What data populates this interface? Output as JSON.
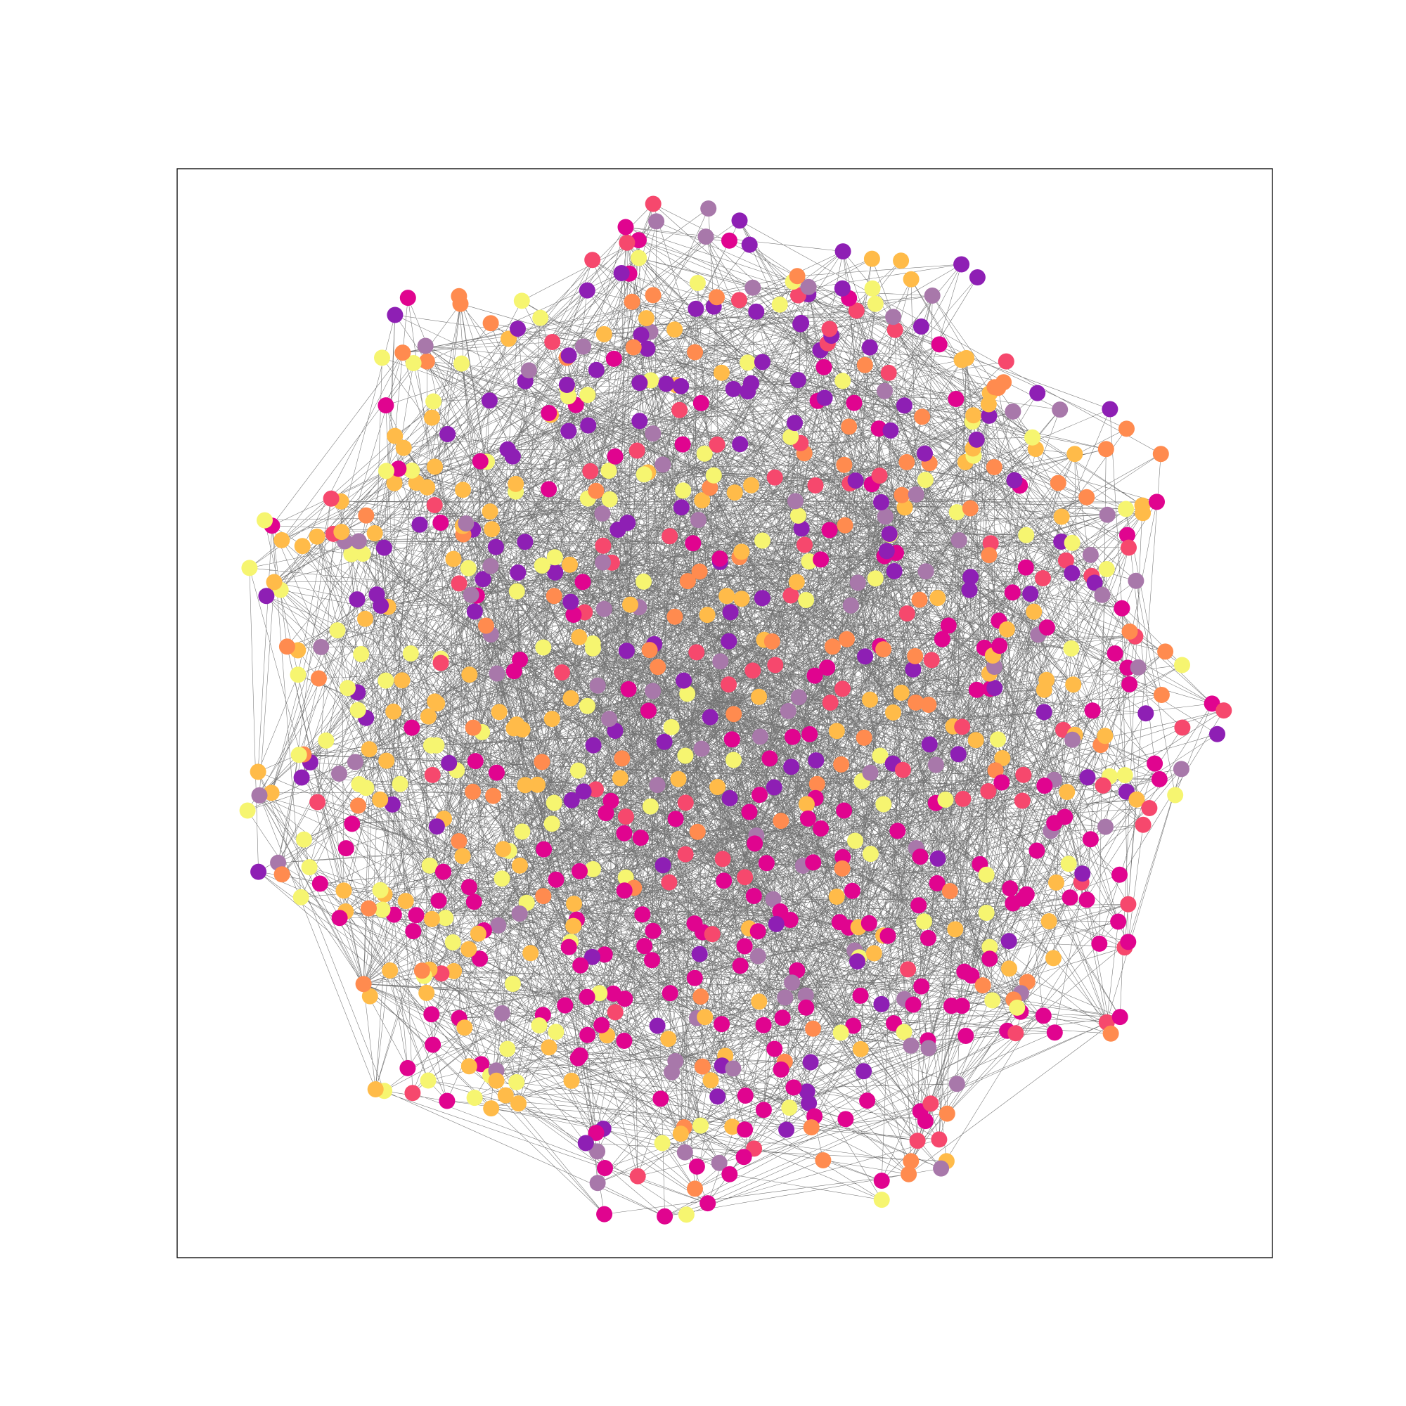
{
  "figure": {
    "kind": "network-graph",
    "title": "",
    "axes_frame": true,
    "tick_labels": false,
    "legend": false
  },
  "graph": {
    "node_count_visible_estimate": 900,
    "edge_color": "#000000",
    "node_palette": {
      "purple": "#8e1fb4",
      "mauve": "#a878aa",
      "magenta": "#e0048f",
      "pink_red": "#f6486d",
      "orange": "#ff8b4f",
      "amber": "#ffbb49",
      "yellow": "#f6f570"
    },
    "color_cycle": [
      "yellow",
      "amber",
      "orange",
      "pink_red",
      "magenta",
      "mauve",
      "purple"
    ]
  }
}
